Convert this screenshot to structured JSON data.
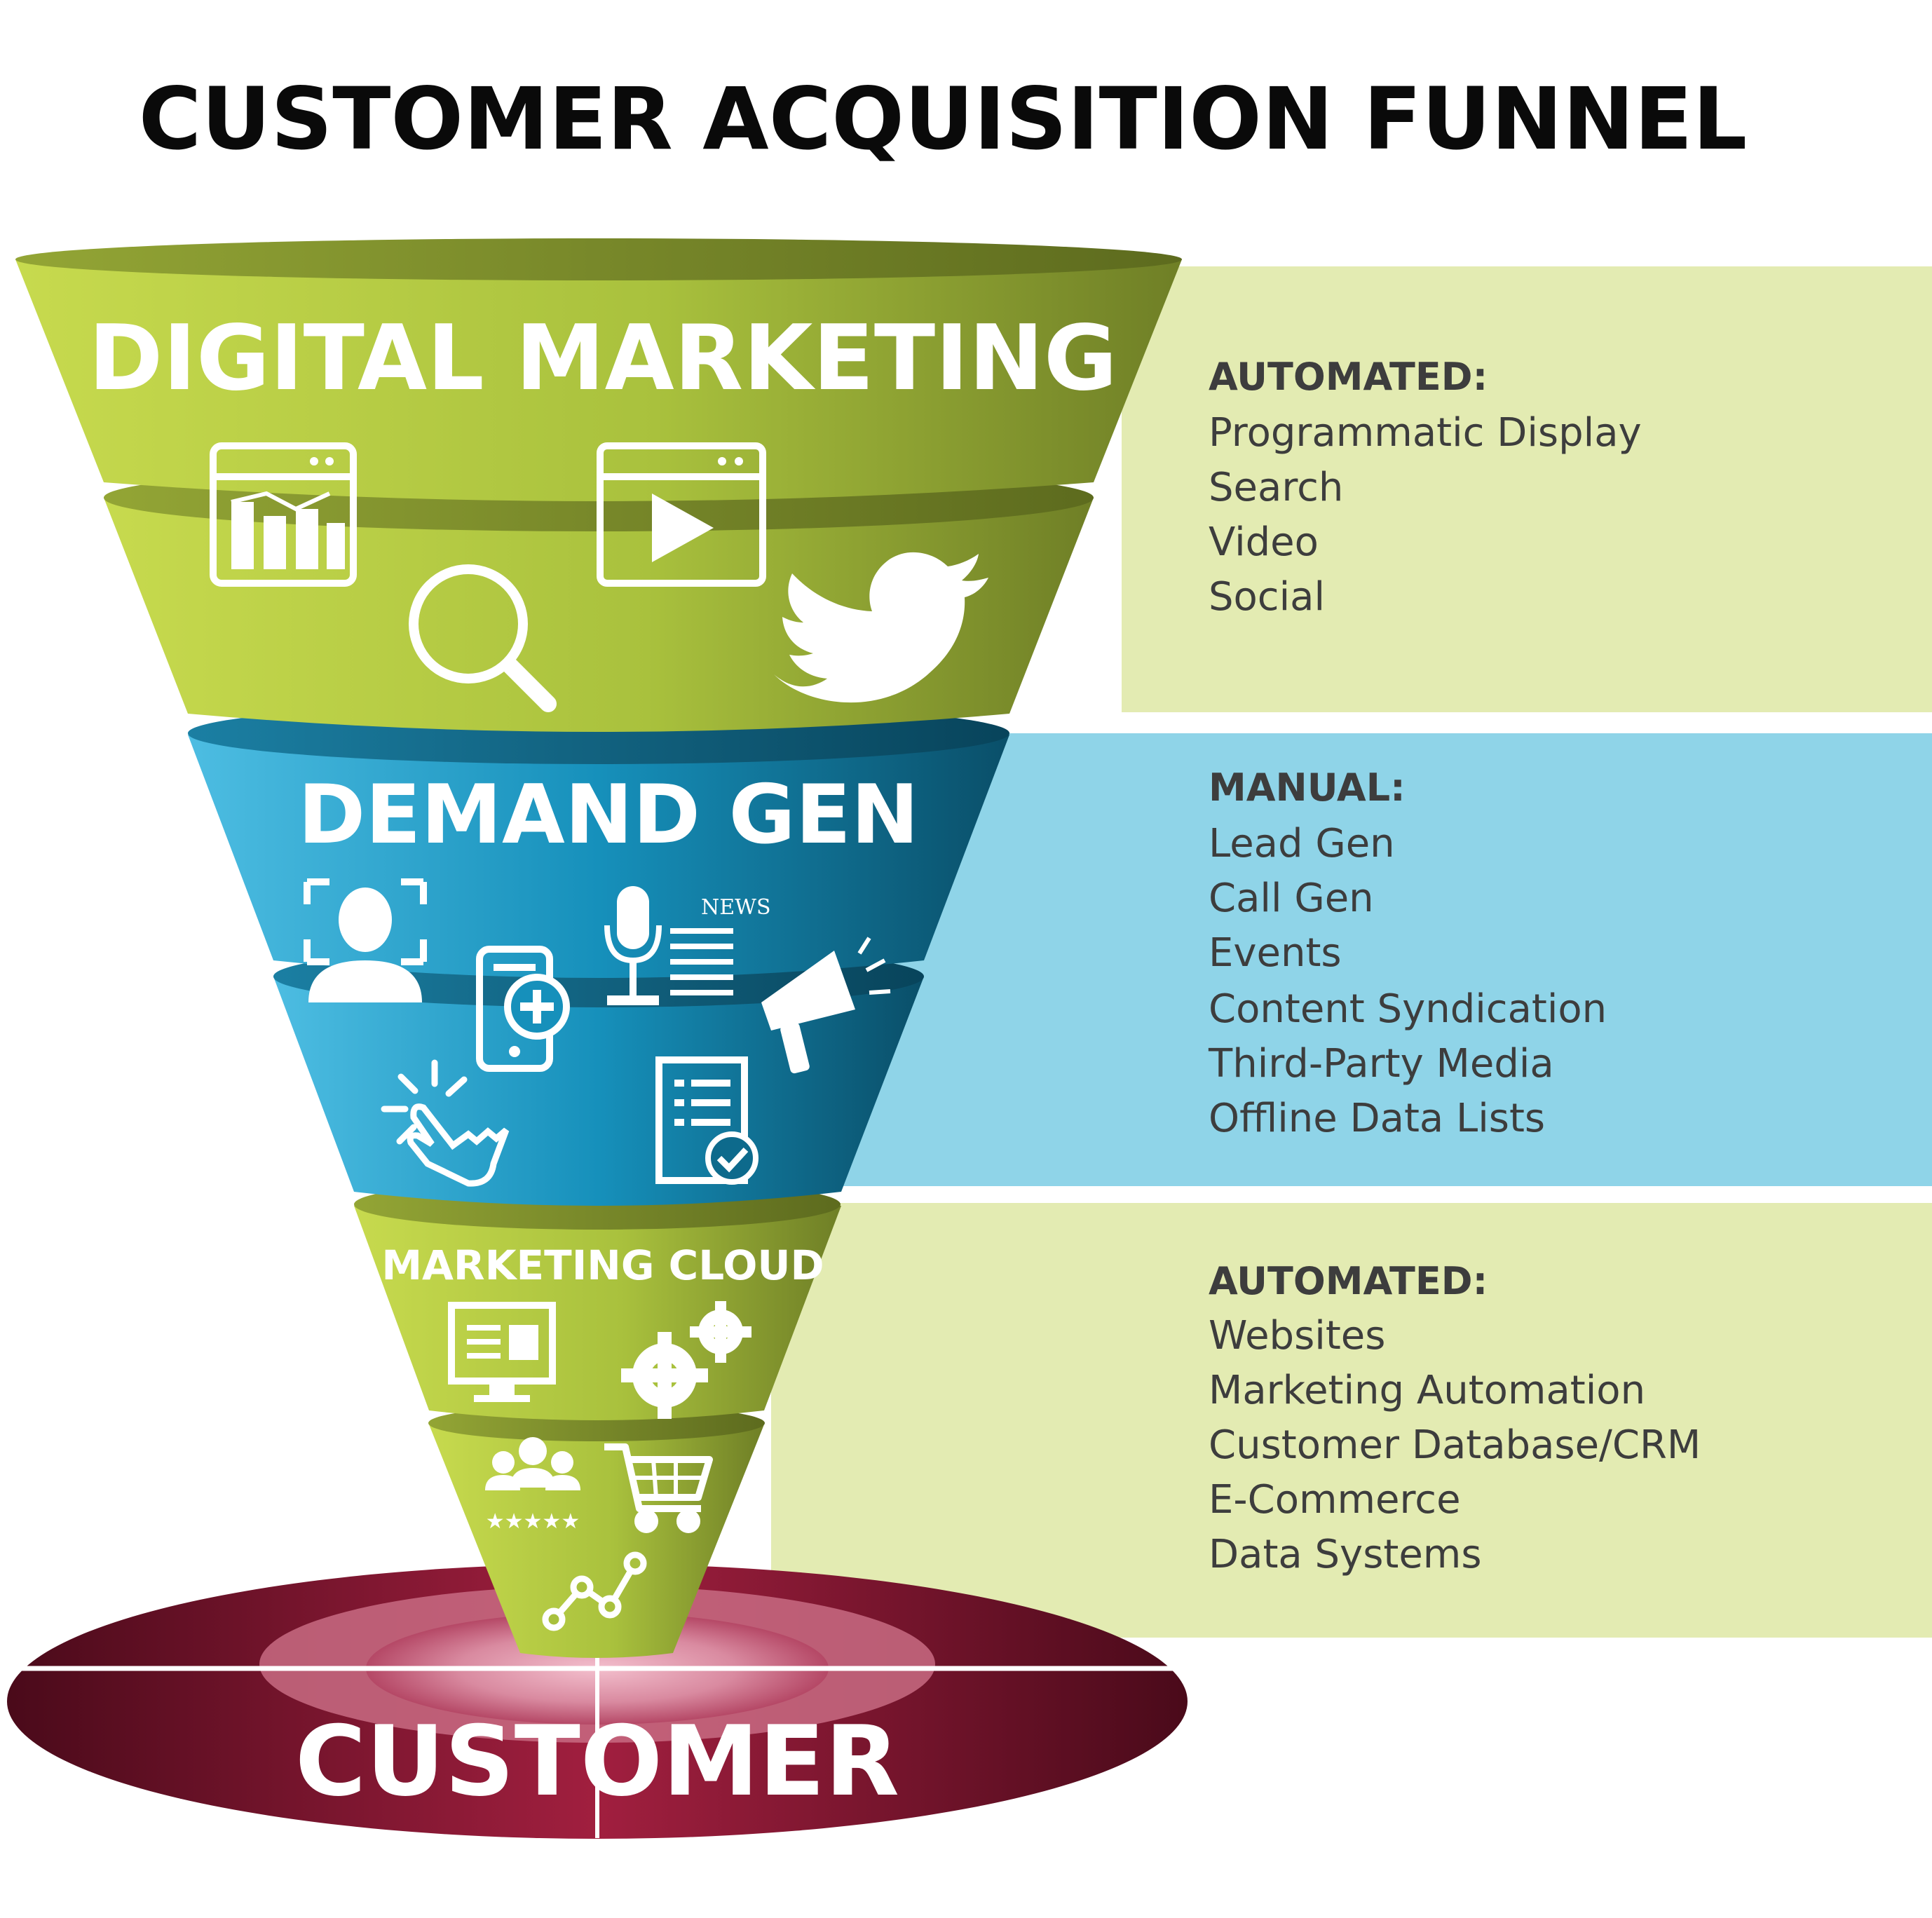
{
  "title": "CUSTOMER ACQUISITION FUNNEL",
  "colors": {
    "green_light": "#bfd347",
    "green_dark": "#6e7c26",
    "blue_light": "#43b4da",
    "blue_dark": "#0b5874",
    "panel_green": "#e3ebb2",
    "panel_blue": "#8fd4e8",
    "customer_dark": "#5a0f22",
    "customer_mid": "#8f1c36",
    "customer_glow": "#e6a2b4",
    "text_dark": "#3d3d3d"
  },
  "stages": [
    {
      "label": "DIGITAL MARKETING",
      "icons": [
        "chart-window-icon",
        "video-play-icon",
        "magnifier-icon",
        "twitter-bird-icon"
      ]
    },
    {
      "label": "DEMAND GEN",
      "icons": [
        "user-scan-icon",
        "mobile-add-icon",
        "podcast-news-icon",
        "megaphone-icon",
        "tap-hand-icon",
        "document-check-icon"
      ]
    },
    {
      "label": "MARKETING CLOUD",
      "icons": [
        "website-monitor-icon",
        "gears-icon",
        "customer-ratings-icon",
        "shopping-cart-icon",
        "trend-line-icon"
      ]
    }
  ],
  "panels": [
    {
      "heading": "AUTOMATED:",
      "items": [
        "Programmatic Display",
        "Search",
        "Video",
        "Social"
      ]
    },
    {
      "heading": "MANUAL:",
      "items": [
        "Lead Gen",
        "Call Gen",
        "Events",
        "Content Syndication",
        "Third-Party Media",
        "Offline Data Lists"
      ]
    },
    {
      "heading": "AUTOMATED:",
      "items": [
        "Websites",
        "Marketing Automation",
        "Customer Database/CRM",
        "E-Commerce",
        "Data Systems"
      ]
    }
  ],
  "customer": {
    "label": "CUSTOMER"
  }
}
